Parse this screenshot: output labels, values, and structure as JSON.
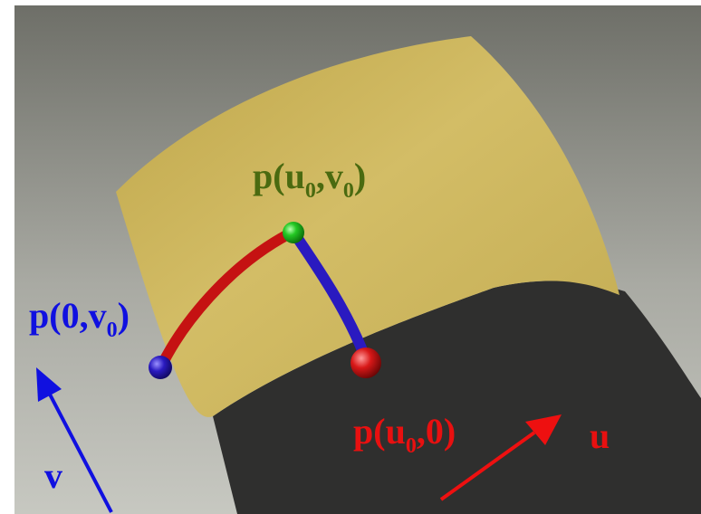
{
  "labels": {
    "top_point": {
      "main": "p(u",
      "sub1": "0",
      "mid": ",v",
      "sub2": "0",
      "end": ")"
    },
    "left_point": {
      "main": "p(0,v",
      "sub": "0",
      "end": ")"
    },
    "bottom_point": {
      "main": "p(u",
      "sub": "0",
      "end": ",0)"
    },
    "u_axis": "u",
    "v_axis": "v"
  },
  "colors": {
    "top_label": "#4a6a10",
    "left_label": "#1010e0",
    "bottom_label": "#e81010",
    "surface": "#c9b35a",
    "surface_underside": "#2e2e2e",
    "curve_u": "#d81818",
    "curve_v": "#2a1ac0",
    "point_top": "#20c020",
    "point_left": "#2a1ac0",
    "point_bottom": "#d81818"
  }
}
